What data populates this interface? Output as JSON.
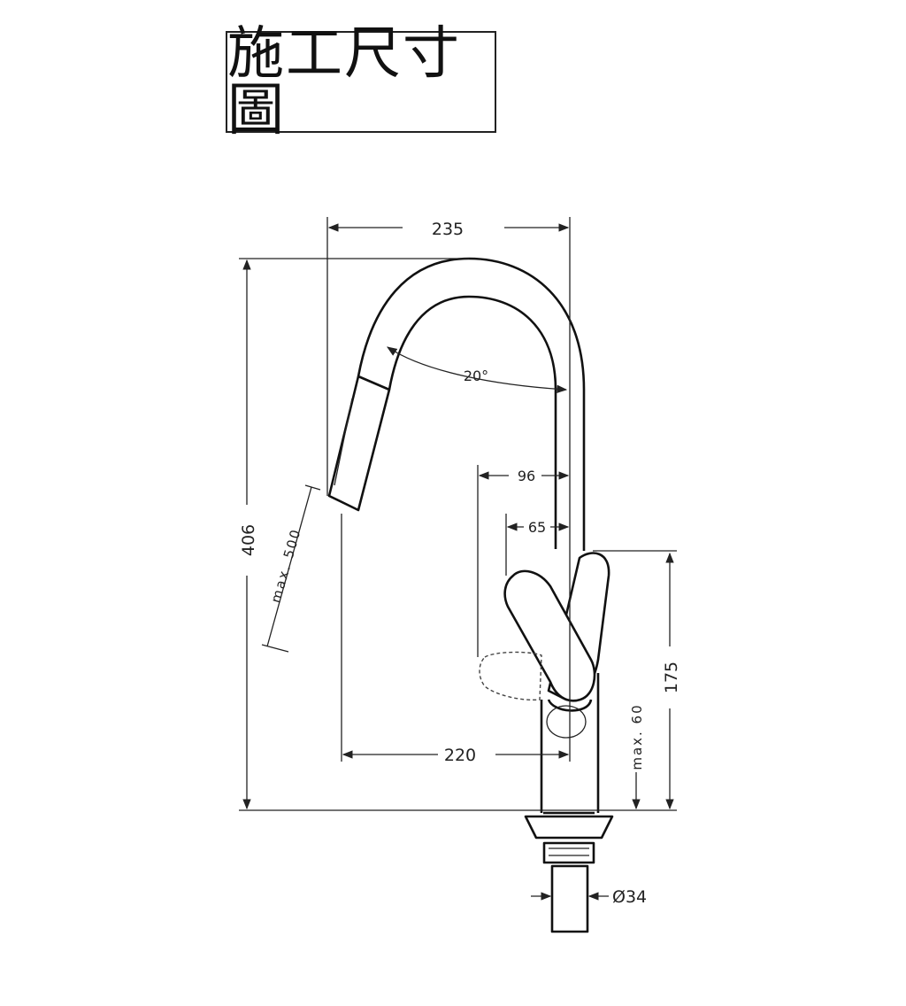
{
  "title": "施工尺寸圖",
  "dimensions": {
    "spout_reach": "235",
    "angle": "20°",
    "handle_offset_96": "96",
    "handle_offset_65": "65",
    "hose_pullout": "max. 500",
    "total_height": "406",
    "outlet_reach": "220",
    "body_height": "175",
    "max_deck": "max. 60",
    "pipe_diameter": "Ø34"
  }
}
